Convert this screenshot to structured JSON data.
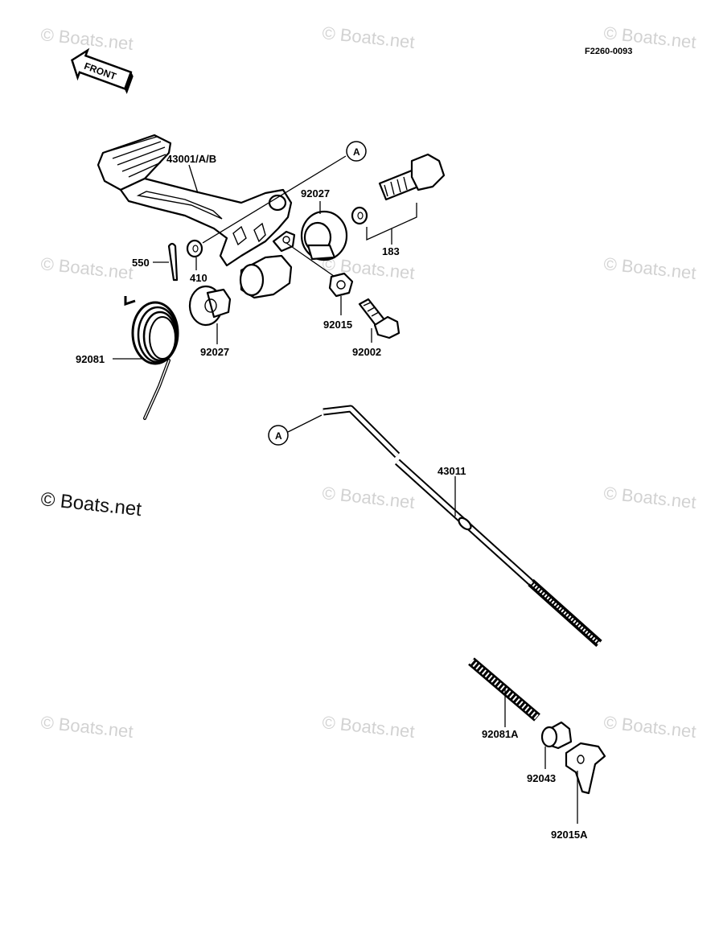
{
  "reference_code": "F2260-0093",
  "front_label": "FRONT",
  "callout_a": "A",
  "watermark_small": "© Boats.net",
  "watermark_main": "© Boats.net",
  "parts": {
    "pedal": "43001/A/B",
    "bolt_long": "183",
    "bushing_upper": "92027",
    "bushing_lower": "92027",
    "cotter_pin": "550",
    "washer": "410",
    "nut": "92015",
    "bolt_short": "92002",
    "torsion_spring": "92081",
    "brake_rod": "43011",
    "rod_spring": "92081A",
    "joint": "92043",
    "adjust_nut": "92015A"
  }
}
